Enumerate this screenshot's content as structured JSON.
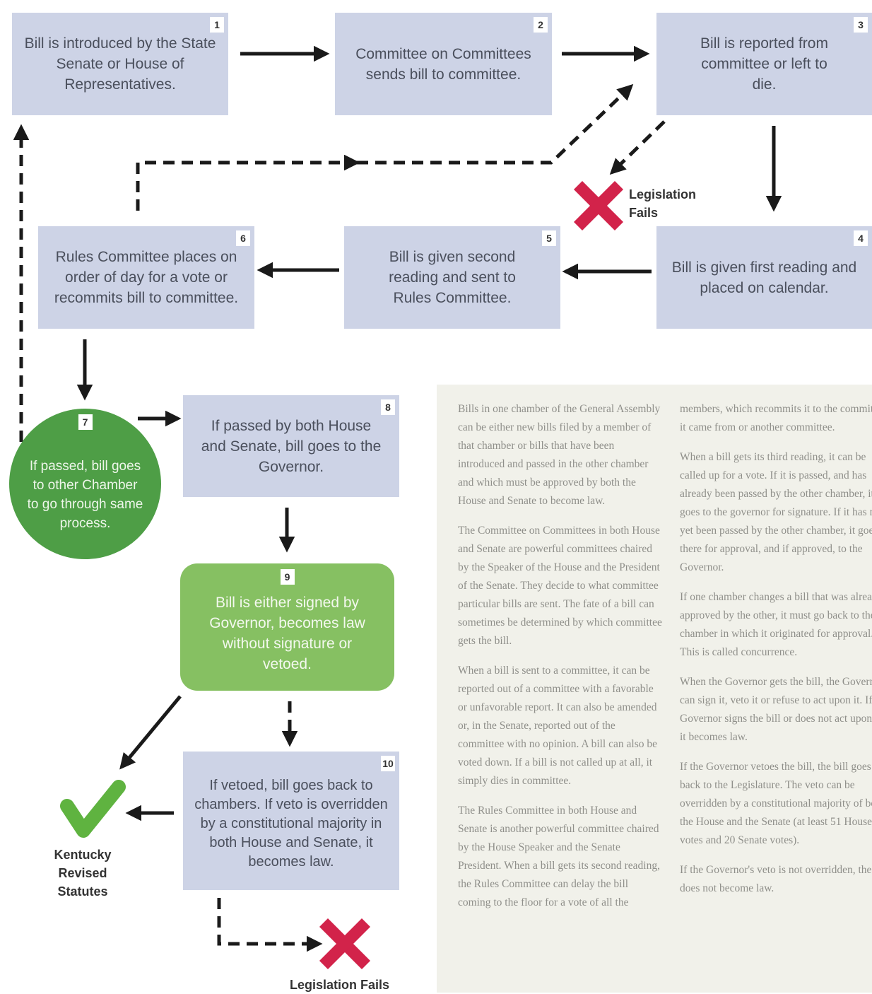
{
  "steps": [
    {
      "num": "1",
      "text": "Bill is introduced by the State Senate or House of Representatives."
    },
    {
      "num": "2",
      "text": "Committee on Committees sends bill to committee."
    },
    {
      "num": "3",
      "text": "Bill is reported from committee or left to die."
    },
    {
      "num": "4",
      "text": "Bill is given first reading and placed on calendar."
    },
    {
      "num": "5",
      "text": "Bill is given second reading and sent to Rules Committee."
    },
    {
      "num": "6",
      "text": "Rules Committee places on order of day for a vote or recommits bill to committee."
    },
    {
      "num": "7",
      "text": "If passed, bill goes to other Chamber to go through same process."
    },
    {
      "num": "8",
      "text": "If passed by both House and Senate, bill goes to the Governor."
    },
    {
      "num": "9",
      "text": "Bill is either signed by Governor, becomes law without signature or vetoed."
    },
    {
      "num": "10",
      "text": "If vetoed, bill goes back to chambers. If veto is overridden by a constitutional majority in both House and Senate, it becomes law."
    }
  ],
  "labels": {
    "fail_top": "Legislation Fails",
    "fail_bottom": "Legislation Fails",
    "krs": "Kentucky Revised Statutes"
  },
  "icons": {
    "fail": "x-mark-icon",
    "success": "checkmark-icon"
  },
  "colors": {
    "box": "#cdd3e6",
    "green_circle": "#4e9e46",
    "green_box": "#86c062",
    "fail_x": "#d2234a",
    "check": "#5fb340"
  },
  "explanation": {
    "col1": [
      "Bills in one chamber of the General Assembly can be either new bills filed by a member of that chamber or bills that have been introduced and passed in the other chamber and which must be approved by both the House and Senate to become law.",
      "The Committee on Committees in both House and Senate are powerful committees chaired by the Speaker of the House and the President of the Senate. They decide to what committee particular bills are sent. The fate of a bill can sometimes be determined by which committee gets the bill.",
      "When a bill is sent to a committee, it can be reported out of a committee with a favorable or unfavorable report. It can also be amended or, in the Senate, reported out of the committee with no opinion. A bill can also be voted down. If a bill is not called up at all, it simply dies in committee.",
      "The Rules Committee in both House and Senate is another powerful committee chaired by the House Speaker and the Senate President. When a bill gets its second reading, the Rules Committee can delay the bill coming to the floor for a vote of all the"
    ],
    "col2": [
      "members, which recommits it to the committee it came from or another committee.",
      "When a bill gets its third reading, it can be called up for a vote. If it is passed, and has already been passed by the other chamber, it goes to the governor for signature. If it has not yet been passed by the other chamber, it goes there for approval, and if approved, to the Governor.",
      "If one chamber changes a bill that was already approved by the other, it must go back to the chamber in which it originated for approval. This is called concurrence.",
      "When the Governor gets the bill, the Governor can sign it, veto it or refuse to act upon it. If the Governor signs the bill or does not act upon it, it becomes law.",
      "If the Governor vetoes the bill, the bill goes back to the Legislature. The veto can be overridden by a constitutional majority of both the House and the Senate (at least 51 House votes and 20 Senate votes).",
      "If the Governor's veto is not overridden, the bill does not become law."
    ]
  }
}
